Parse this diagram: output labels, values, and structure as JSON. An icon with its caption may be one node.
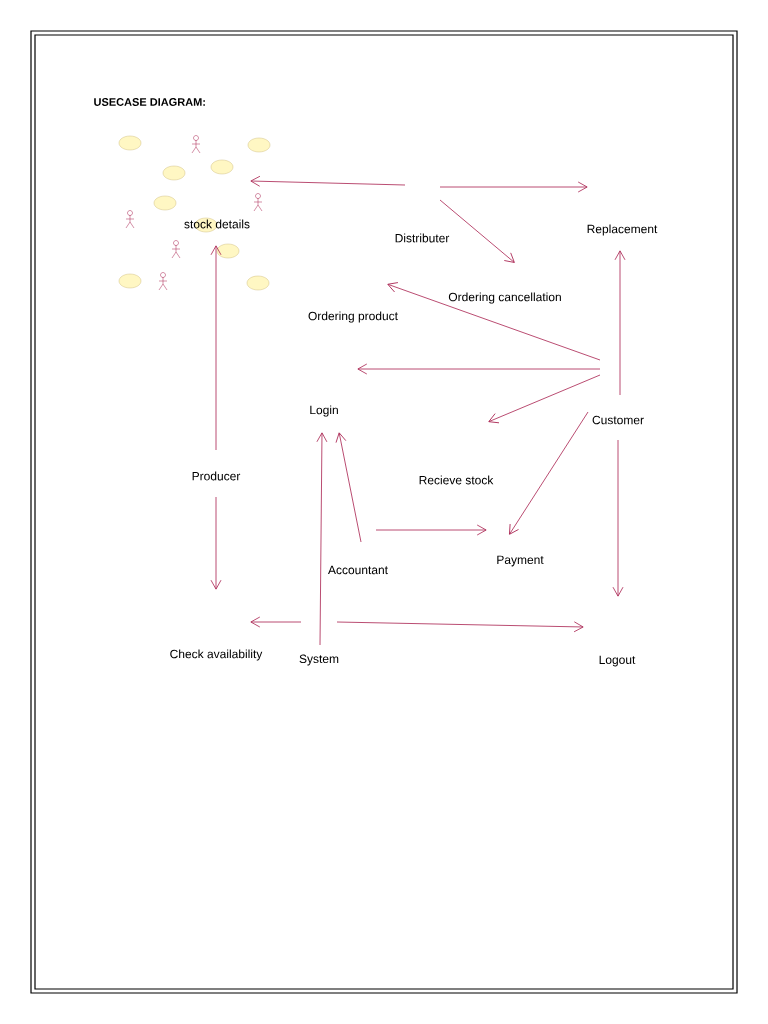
{
  "diagram": {
    "title": "USECASE DIAGRAM:",
    "nodes": [
      {
        "text": [
          "stock details"
        ]
      },
      {
        "text": [
          "Distributer"
        ]
      },
      {
        "text": [
          "Replacement"
        ]
      },
      {
        "text": [
          "Ordering cancellation"
        ]
      },
      {
        "text": [
          "Ordering product"
        ]
      },
      {
        "text": [
          "Login"
        ]
      },
      {
        "text": [
          "Customer"
        ]
      },
      {
        "text": [
          "Producer"
        ]
      },
      {
        "text": [
          "Recieve stock"
        ]
      },
      {
        "text": [
          "Payment"
        ]
      },
      {
        "text": [
          "Accountant"
        ]
      },
      {
        "text": [
          "Check availability"
        ]
      },
      {
        "text": [
          "System"
        ]
      },
      {
        "text": [
          "Logout"
        ]
      }
    ],
    "edges": [
      {
        "from": 1,
        "to": 0,
        "arrow": "to"
      },
      {
        "from": 1,
        "to": 2,
        "arrow": "to"
      },
      {
        "from": 1,
        "to": 3,
        "arrow": "to"
      },
      {
        "from": 6,
        "to": 2,
        "arrow": "to"
      },
      {
        "from": 6,
        "to": 4,
        "arrow": "to"
      },
      {
        "from": 6,
        "to": 5,
        "arrow": "to"
      },
      {
        "from": 6,
        "to": 8,
        "arrow": "to"
      },
      {
        "from": 6,
        "to": 9,
        "arrow": "to"
      },
      {
        "from": 6,
        "to": 13,
        "arrow": "to"
      },
      {
        "from": 7,
        "to": 0,
        "arrow": "to"
      },
      {
        "from": 7,
        "to": 11,
        "arrow": "to"
      },
      {
        "from": 10,
        "to": 5,
        "arrow": "to"
      },
      {
        "from": 10,
        "to": 9,
        "arrow": "to"
      },
      {
        "from": 12,
        "to": 5,
        "arrow": "to"
      },
      {
        "from": 12,
        "to": 11,
        "arrow": "to"
      },
      {
        "from": 12,
        "to": 13,
        "arrow": "to"
      }
    ]
  }
}
